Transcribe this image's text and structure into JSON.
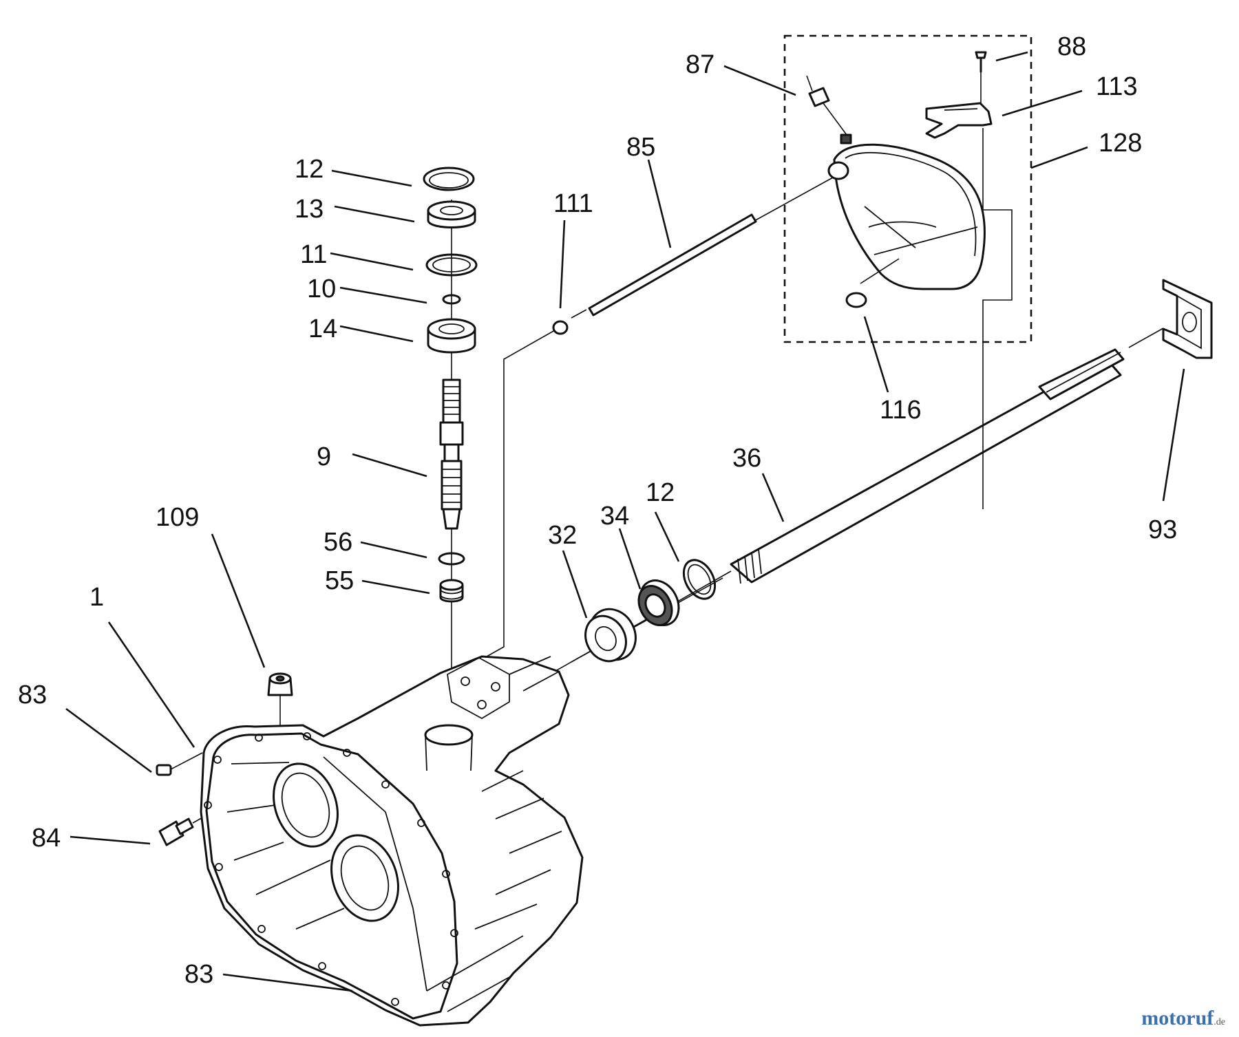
{
  "diagram": {
    "title": "Transaxle case exploded parts diagram",
    "callouts": [
      {
        "id": "c88",
        "label": "88"
      },
      {
        "id": "c87",
        "label": "87"
      },
      {
        "id": "c113",
        "label": "113"
      },
      {
        "id": "c128",
        "label": "128"
      },
      {
        "id": "c85",
        "label": "85"
      },
      {
        "id": "c111",
        "label": "111"
      },
      {
        "id": "c12a",
        "label": "12"
      },
      {
        "id": "c13",
        "label": "13"
      },
      {
        "id": "c11",
        "label": "11"
      },
      {
        "id": "c10",
        "label": "10"
      },
      {
        "id": "c14",
        "label": "14"
      },
      {
        "id": "c116",
        "label": "116"
      },
      {
        "id": "c9",
        "label": "9"
      },
      {
        "id": "c36",
        "label": "36"
      },
      {
        "id": "c12b",
        "label": "12"
      },
      {
        "id": "c34",
        "label": "34"
      },
      {
        "id": "c32",
        "label": "32"
      },
      {
        "id": "c109",
        "label": "109"
      },
      {
        "id": "c93",
        "label": "93"
      },
      {
        "id": "c56",
        "label": "56"
      },
      {
        "id": "c55",
        "label": "55"
      },
      {
        "id": "c1",
        "label": "1"
      },
      {
        "id": "c83a",
        "label": "83"
      },
      {
        "id": "c84",
        "label": "84"
      },
      {
        "id": "c83b",
        "label": "83"
      }
    ]
  },
  "watermark": {
    "brand": "motoruf",
    "suffix": ".de"
  }
}
